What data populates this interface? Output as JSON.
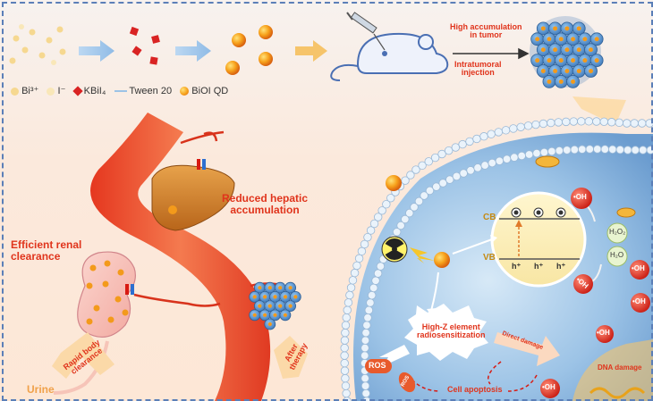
{
  "legend": {
    "bi": "Bi³⁺",
    "iodide": "I⁻",
    "kbii4": "KBiI₄",
    "tween": "Tween 20",
    "qd": "BiOI QD"
  },
  "labels": {
    "high_accumulation": "High accumulation\nin tumor",
    "intratumoral": "Intratumoral\ninjection",
    "reduced_hepatic": "Reduced hepatic\naccumulation",
    "efficient_renal": "Efficient renal\nclearance",
    "rapid_body": "Rapid body\nclearance",
    "after_therapy": "After\ntherapy",
    "urine": "Urine",
    "cb": "CB",
    "vb": "VB",
    "h2o2": "H₂O₂",
    "h2o": "H₂O",
    "oh": "•OH",
    "high_z": "High-Z element\nradiosensitization",
    "direct_damage": "Direct damage",
    "ros": "ROS",
    "cell_apoptosis": "Cell apoptosis",
    "dna_damage": "DNA damage",
    "hole": "h⁺"
  },
  "colors": {
    "accent_red": "#e0341c",
    "qd_orange": "#f39a1b",
    "vessel": "#e8472e",
    "cell_blue": "#4f86c6",
    "frame": "#5b7fb8"
  }
}
